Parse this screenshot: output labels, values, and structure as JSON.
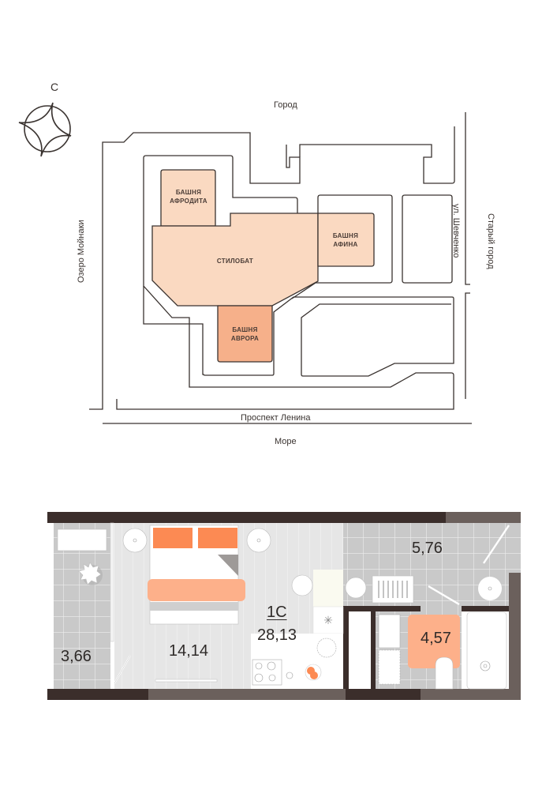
{
  "site_plan": {
    "compass": {
      "north_label": "С"
    },
    "surroundings": {
      "top": "Город",
      "left": "Озеро Мойнаки",
      "right_street": "ул. Шевченко",
      "right": "Старый город",
      "bottom_street": "Проспект Ленина",
      "bottom": "Море"
    },
    "buildings": [
      {
        "id": "afrodita",
        "line1": "БАШНЯ",
        "line2": "АФРОДИТА",
        "color": "#fad9c1"
      },
      {
        "id": "stilobat",
        "line1": "СТИЛОБАТ",
        "line2": "",
        "color": "#fad9c1"
      },
      {
        "id": "afina",
        "line1": "БАШНЯ",
        "line2": "АФИНА",
        "color": "#fad9c1"
      },
      {
        "id": "avrora",
        "line1": "БАШНЯ",
        "line2": "АВРОРА",
        "color": "#f6b08a",
        "highlighted": true
      }
    ]
  },
  "floor_plan": {
    "apartment_type": "1С",
    "total_area": "28,13",
    "rooms": [
      {
        "id": "balcony",
        "area": "3,66"
      },
      {
        "id": "living",
        "area": "14,14"
      },
      {
        "id": "hall",
        "area": "5,76"
      },
      {
        "id": "bathroom",
        "area": "4,57"
      }
    ],
    "colors": {
      "wall_dark": "#3b2e2b",
      "wall_mid": "#6b605c",
      "tile": "#c9c9c9",
      "floor": "#e6e6e6",
      "accent": "#fc8a53",
      "accent_light": "#fdb08a"
    }
  }
}
